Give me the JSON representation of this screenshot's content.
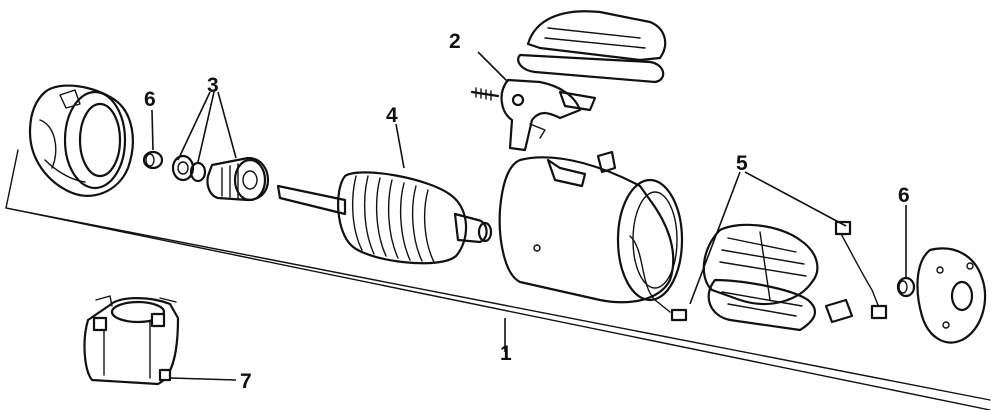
{
  "diagram": {
    "callouts": [
      {
        "id": "1",
        "label": "1"
      },
      {
        "id": "2",
        "label": "2"
      },
      {
        "id": "3",
        "label": "3"
      },
      {
        "id": "4",
        "label": "4"
      },
      {
        "id": "5",
        "label": "5"
      },
      {
        "id": "6a",
        "label": "6"
      },
      {
        "id": "6b",
        "label": "6"
      },
      {
        "id": "7",
        "label": "7"
      }
    ],
    "colors": {
      "ink": "#111111",
      "paper": "#ffffff"
    }
  }
}
